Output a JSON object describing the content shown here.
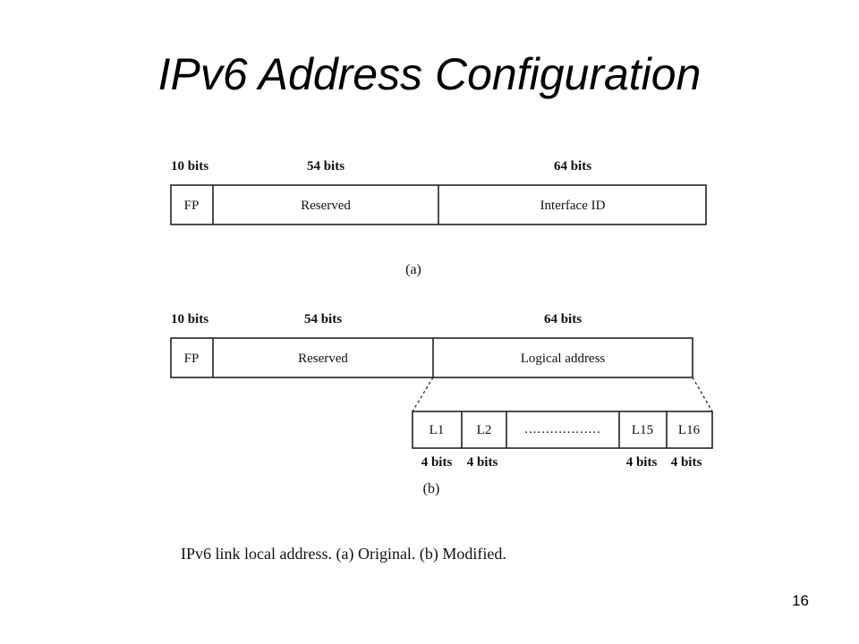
{
  "slide": {
    "title": "IPv6 Address Configuration",
    "page_number": "16"
  },
  "diagram_a": {
    "bits": [
      "10 bits",
      "54 bits",
      "64 bits"
    ],
    "fields": [
      "FP",
      "Reserved",
      "Interface ID"
    ],
    "label": "(a)"
  },
  "diagram_b": {
    "bits": [
      "10 bits",
      "54 bits",
      "64 bits"
    ],
    "fields": [
      "FP",
      "Reserved",
      "Logical address"
    ],
    "sub_fields": [
      "L1",
      "L2",
      "..................",
      "L15",
      "L16"
    ],
    "sub_bits": [
      "4 bits",
      "4 bits",
      "4 bits",
      "4 bits"
    ],
    "label": "(b)"
  },
  "caption": "IPv6 link local address. (a) Original. (b) Modified."
}
